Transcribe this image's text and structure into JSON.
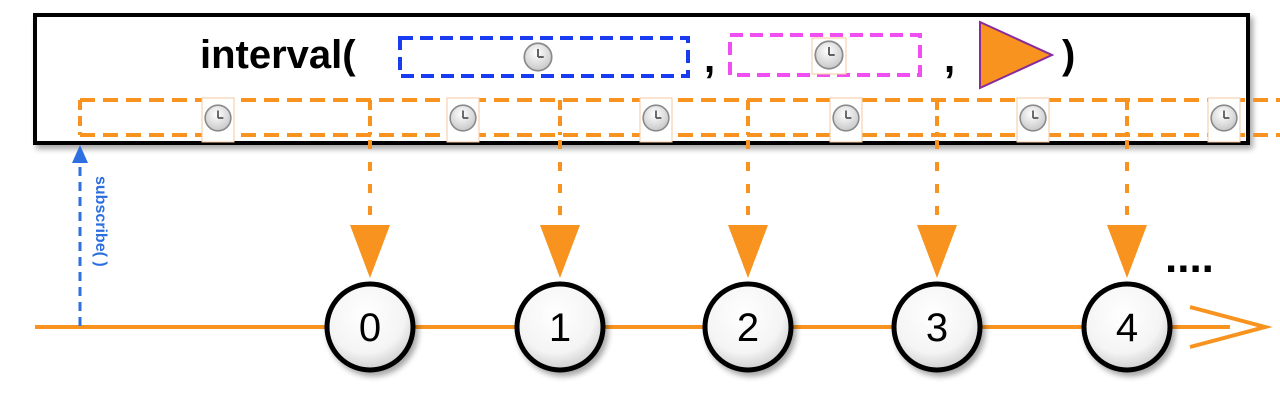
{
  "operator": {
    "name": "interval(",
    "comma1": ",",
    "comma2": ",",
    "close": ")"
  },
  "args": [
    {
      "kind": "time-period",
      "border_color": "#1a3cf0"
    },
    {
      "kind": "time-period",
      "border_color": "#f04ef0"
    },
    {
      "kind": "scheduler-triangle",
      "fill_color": "#f7931e"
    }
  ],
  "subscribe_label": "subscribe( )",
  "emissions": [
    "0",
    "1",
    "2",
    "3",
    "4"
  ],
  "continuation": "....",
  "colors": {
    "accent": "#f7931e",
    "subscribe": "#2d6fe0",
    "box_border": "#000000"
  },
  "icons": [
    "clock-icon"
  ]
}
